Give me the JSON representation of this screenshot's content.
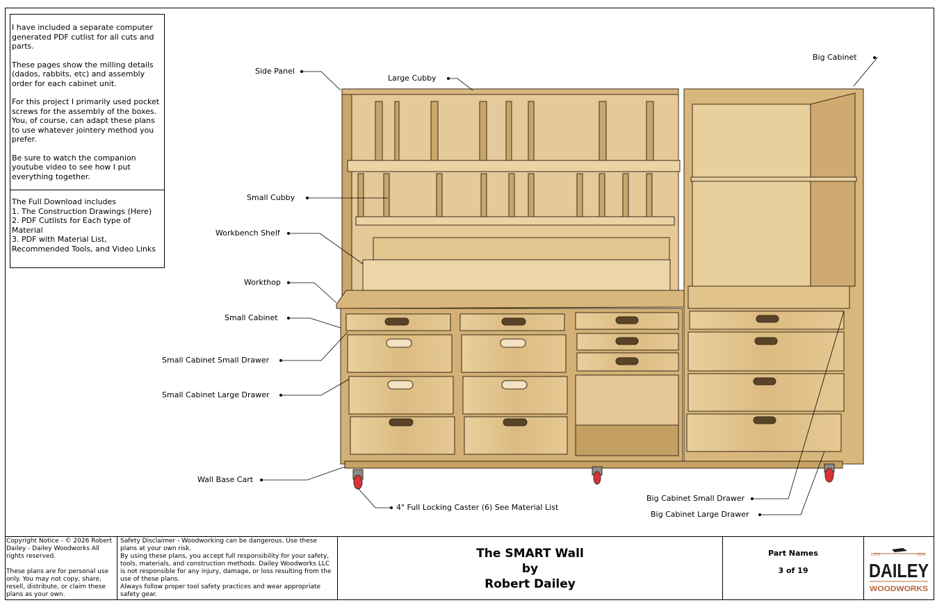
{
  "notes": {
    "paragraphs": [
      "I have included a separate computer generated PDF cutlist for all cuts and parts.",
      "These pages show the milling details (dados, rabbits, etc) and assembly order for each cabinet unit.",
      "For this project I primarily used pocket screws for the assembly of the boxes.  You, of course, can adapt these plans to use whatever jointery method you prefer.",
      "Be sure to watch the companion youtube video to see how I put everything together."
    ],
    "download_heading": "The Full Download includes",
    "download_items": [
      "1. The Construction Drawings (Here)",
      "2. PDF Cutlists for Each type of Material",
      "3. PDF with Material List, Recommended Tools, and Video Links"
    ]
  },
  "labels": {
    "side_panel": "Side Panel",
    "large_cubby": "Large Cubby",
    "big_cabinet": "Big Cabinet",
    "small_cubby": "Small Cubby",
    "workbench_shelf": "Workbench Shelf",
    "workthop": "Workthop",
    "small_cabinet": "Small Cabinet",
    "small_cabinet_small_drawer": "Small Cabinet Small Drawer",
    "small_cabinet_large_drawer": "Small Cabinet Large Drawer",
    "wall_base_cart": "Wall Base Cart",
    "caster": "4\" Full Locking Caster (6) See Material List",
    "big_cabinet_small_drawer": "Big Cabinet Small Drawer",
    "big_cabinet_large_drawer": "Big Cabinet Large Drawer"
  },
  "titleblock": {
    "copyright_p1": "Copyright Notice - © 2026 Robert Dailey - Dailey Woodworks All rights reserved.",
    "copyright_p2": "These plans are for personal use only. You may not copy, share, resell, distribute, or claim these plans as your own.",
    "safety_lines": [
      "Safety Disclaimer - Woodworking can be dangerous. Use these plans at your own risk.",
      "By using these plans, you accept full responsibility for your safety, tools, materials, and construction methods. Dailey Woodworks LLC is not responsible for any injury, damage, or loss resulting from the use of these plans.",
      "Always follow proper tool safety practices and wear appropriate safety gear."
    ],
    "title_line1": "The SMART Wall",
    "title_line2": "by",
    "title_line3": "Robert Dailey",
    "part_names": "Part Names",
    "page": "3 of 19",
    "logo_estd": "ESTD",
    "logo_year": "2014",
    "logo_main": "DAILEY",
    "logo_sub": "WOODWORKS"
  },
  "colors": {
    "wood": "#e2c48e",
    "wood_dark": "#b8955a",
    "accent": "#b5643a",
    "caster_red": "#d8323a"
  }
}
